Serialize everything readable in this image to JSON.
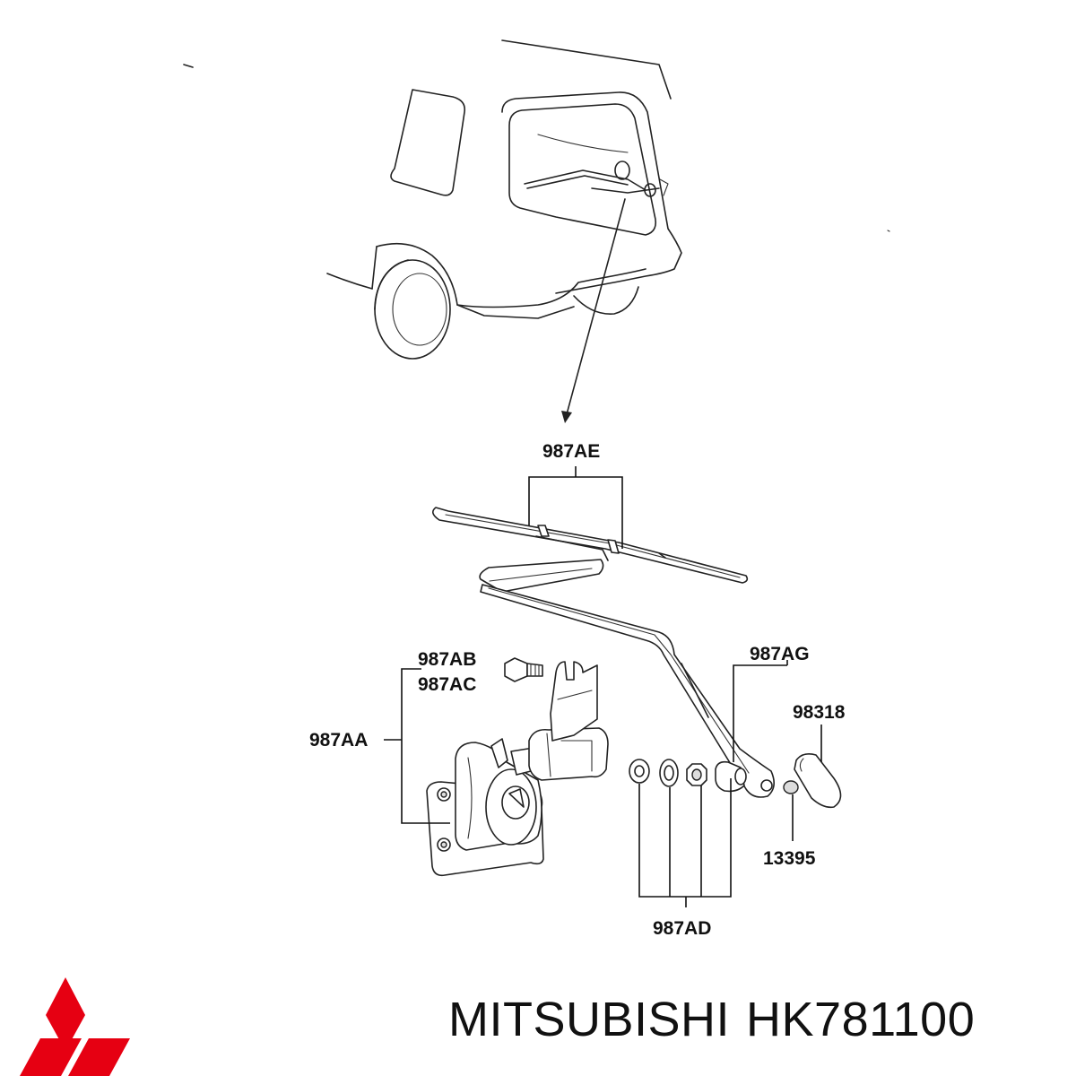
{
  "diagram": {
    "labels": {
      "wiper_blade": "987AE",
      "bolt_a": "987AB",
      "bolt_b": "987AC",
      "motor_assembly": "987AA",
      "arm_assembly": "987AG",
      "cap": "98318",
      "nut": "13395",
      "seal_kit": "987AD"
    }
  },
  "brand": {
    "name": "MITSUBISHI",
    "part_number": "HK781100",
    "logo": "mitsubishi-three-diamonds",
    "logo_color": "#e60012"
  }
}
